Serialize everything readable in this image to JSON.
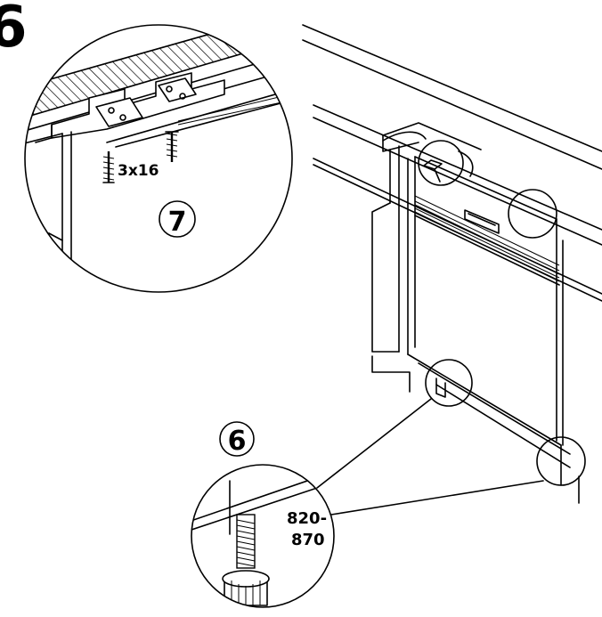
{
  "step_number": "6",
  "detail_top": {
    "step": "7",
    "screw_label": "3x16"
  },
  "detail_bottom": {
    "step": "6",
    "height_label_line1": "820-",
    "height_label_line2": "870"
  }
}
